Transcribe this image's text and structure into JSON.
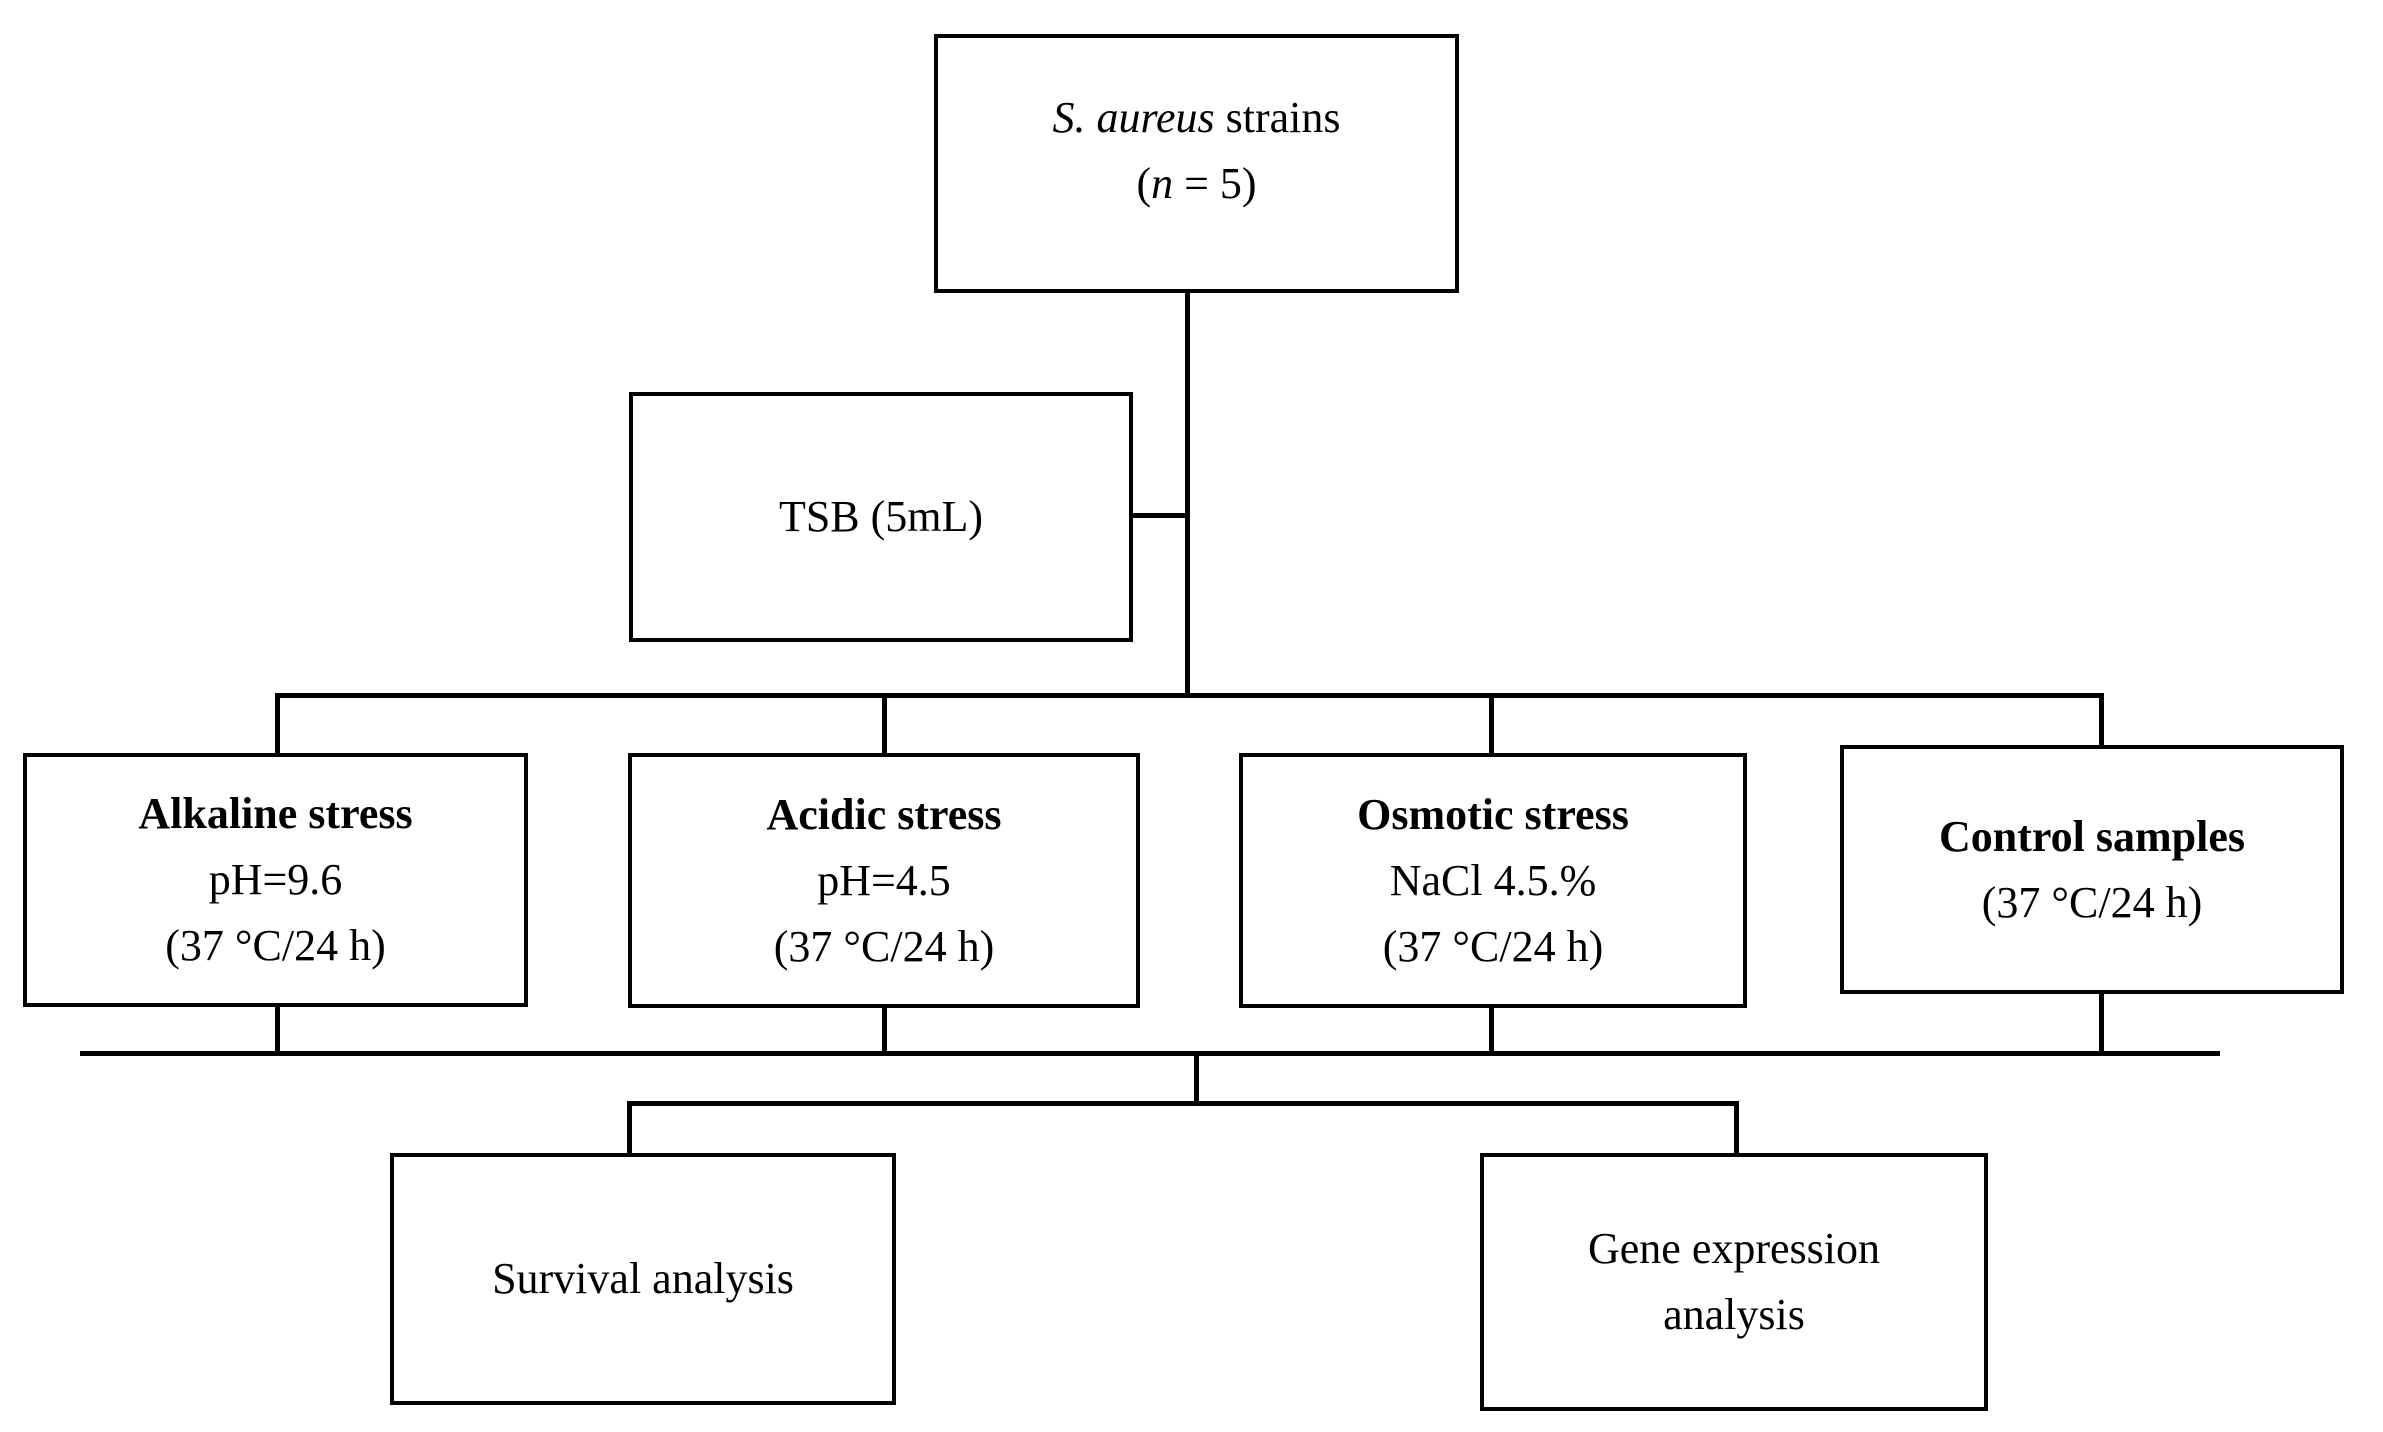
{
  "diagram": {
    "description": "Experimental design flowchart",
    "colors": {
      "line": "#000000",
      "text": "#000000",
      "background": "#ffffff"
    },
    "boxes": {
      "strains": {
        "line1_italic": "S. aureus",
        "line1_rest": " strains",
        "line2_pre": "(",
        "line2_italic": "n",
        "line2_rest": " = 5)"
      },
      "tsb": {
        "label": "TSB (5mL)"
      },
      "alkaline": {
        "title": "Alkaline stress",
        "line2": "pH=9.6",
        "line3": "(37 °C/24 h)"
      },
      "acidic": {
        "title": "Acidic stress",
        "line2": "pH=4.5",
        "line3": "(37 °C/24 h)"
      },
      "osmotic": {
        "title": "Osmotic stress",
        "line2": "NaCl 4.5.%",
        "line3": "(37 °C/24 h)"
      },
      "control": {
        "title": "Control samples",
        "line2": "(37 °C/24 h)"
      },
      "survival": {
        "label": "Survival analysis"
      },
      "gene": {
        "line1": "Gene expression",
        "line2": "analysis"
      }
    }
  }
}
